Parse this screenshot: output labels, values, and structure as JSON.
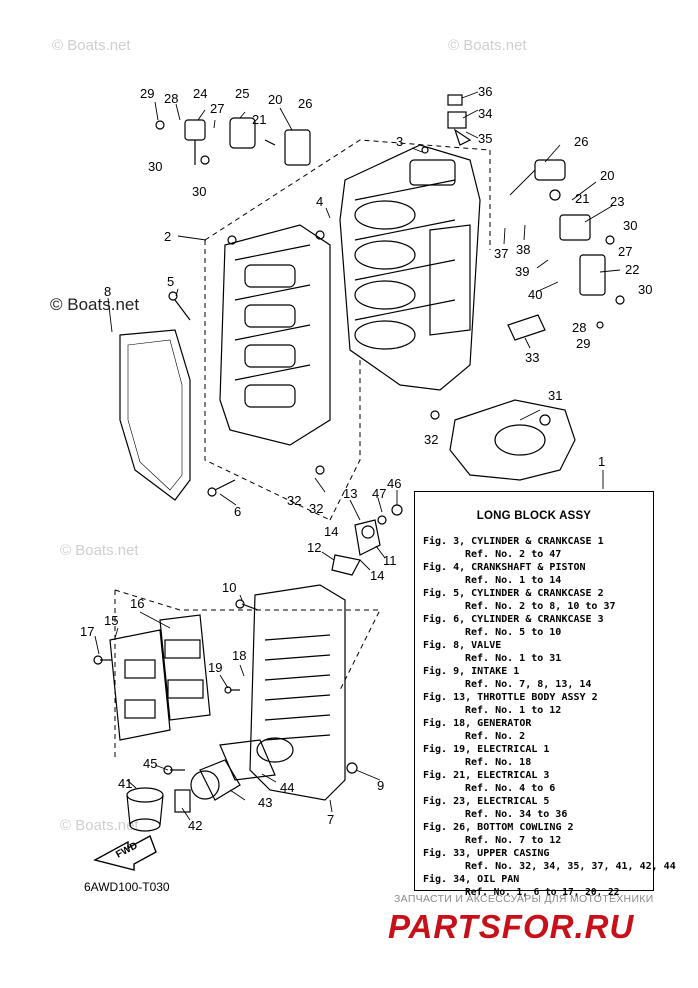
{
  "watermarks": {
    "primary": "© Boats.net"
  },
  "callouts": [
    "1",
    "2",
    "3",
    "4",
    "5",
    "6",
    "7",
    "8",
    "9",
    "10",
    "11",
    "12",
    "13",
    "14",
    "15",
    "16",
    "17",
    "18",
    "19",
    "20",
    "21",
    "22",
    "23",
    "24",
    "25",
    "26",
    "27",
    "28",
    "29",
    "30",
    "31",
    "32",
    "33",
    "34",
    "35",
    "36",
    "37",
    "38",
    "39",
    "40",
    "41",
    "42",
    "43",
    "44",
    "45",
    "46",
    "47"
  ],
  "legend": {
    "title": "LONG BLOCK ASSY",
    "rows": [
      "Fig. 3, CYLINDER & CRANKCASE 1",
      "Ref. No. 2 to 47",
      "Fig. 4, CRANKSHAFT & PISTON",
      "Ref. No. 1 to 14",
      "Fig. 5, CYLINDER & CRANKCASE 2",
      "Ref. No. 2 to 8, 10 to 37",
      "Fig. 6, CYLINDER & CRANKCASE 3",
      "Ref. No. 5 to 10",
      "Fig. 8, VALVE",
      "Ref. No. 1 to 31",
      "Fig. 9, INTAKE 1",
      "Ref. No. 7, 8, 13, 14",
      "Fig. 13, THROTTLE BODY ASSY 2",
      "Ref. No. 1 to 12",
      "Fig. 18, GENERATOR",
      "Ref. No. 2",
      "Fig. 19, ELECTRICAL 1",
      "Ref. No. 18",
      "Fig. 21, ELECTRICAL 3",
      "Ref. No. 4 to 6",
      "Fig. 23, ELECTRICAL 5",
      "Ref. No. 34 to 36",
      "Fig. 26, BOTTOM COWLING 2",
      "Ref. No. 7 to 12",
      "Fig. 33, UPPER CASING",
      "Ref. No. 32, 34, 35, 37, 41, 42, 44",
      "Fig. 34, OIL PAN",
      "Ref. No. 1, 6 to 17, 20, 22"
    ]
  },
  "fwd_label": "FWD",
  "part_code": "6AWD100-T030",
  "store": {
    "tagline": "ЗАПЧАСТИ И АКСЕССУАРЫ ДЛЯ МОТОТЕХНИКИ",
    "brand": "PARTSFOR.RU"
  },
  "colors": {
    "line": "#000000",
    "watermark": "#cfcfcf",
    "brand": "#c8101a"
  }
}
